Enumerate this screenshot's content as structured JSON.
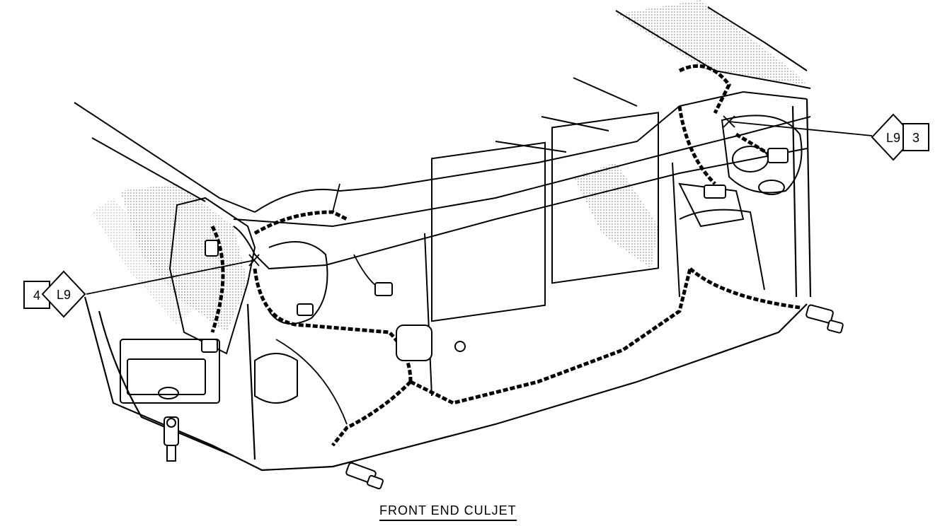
{
  "caption": "FRONT END CULJET",
  "callouts": {
    "left": {
      "number": "4",
      "code": "L9"
    },
    "right": {
      "number": "3",
      "code": "L9"
    }
  },
  "colors": {
    "ink": "#000000",
    "shading": "#888888",
    "paper": "#ffffff"
  }
}
